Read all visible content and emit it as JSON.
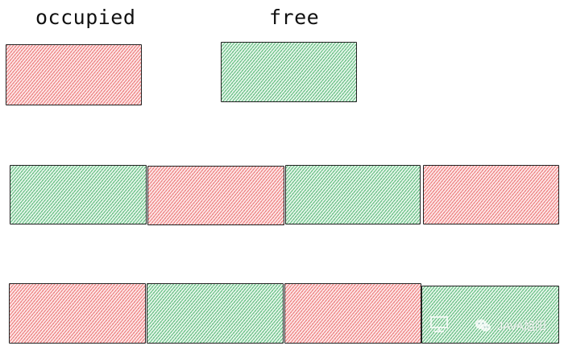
{
  "legend": {
    "occupied_label": "occupied",
    "free_label": "free"
  },
  "watermark": {
    "text": "JAVA旭阳",
    "icon": "wechat-icon"
  },
  "colors": {
    "occupied_hatch": "#e65a5a",
    "occupied_fill": "#fde7e7",
    "free_hatch": "#3caa5f",
    "free_fill": "#e5f6ea",
    "outline": "#222222"
  },
  "rows": [
    {
      "blocks": [
        "free",
        "occupied",
        "free",
        "occupied"
      ]
    },
    {
      "blocks": [
        "occupied",
        "free",
        "occupied",
        "free"
      ]
    }
  ]
}
